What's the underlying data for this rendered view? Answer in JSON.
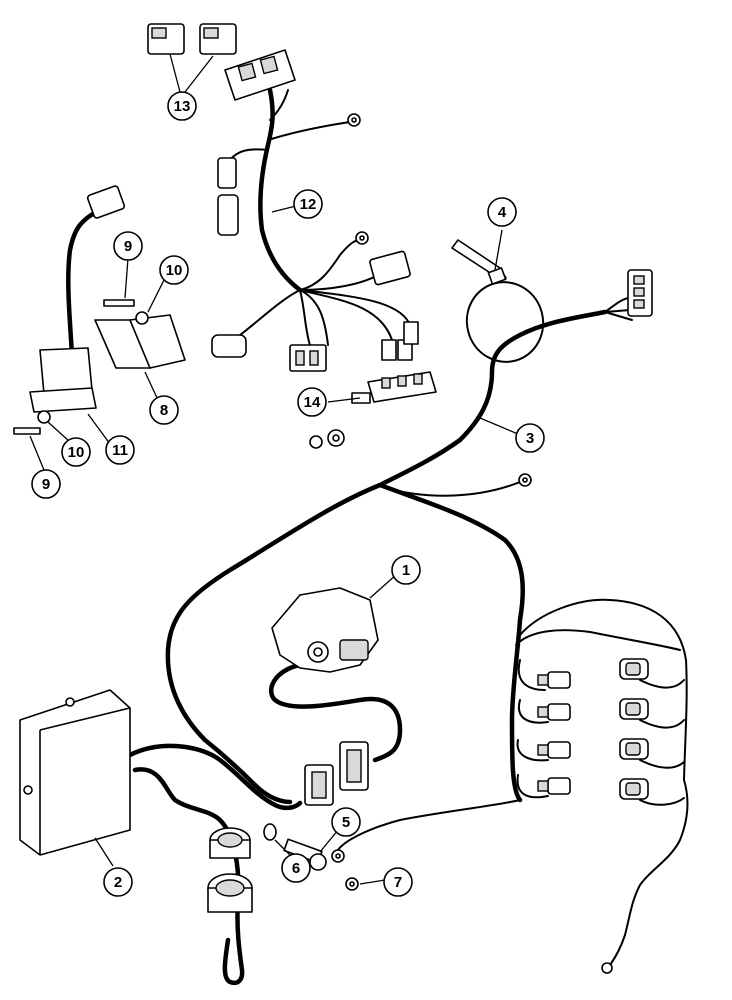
{
  "callouts": [
    {
      "id": "c1",
      "label": "1"
    },
    {
      "id": "c2",
      "label": "2"
    },
    {
      "id": "c3",
      "label": "3"
    },
    {
      "id": "c4",
      "label": "4"
    },
    {
      "id": "c5",
      "label": "5"
    },
    {
      "id": "c6",
      "label": "6"
    },
    {
      "id": "c7",
      "label": "7"
    },
    {
      "id": "c8",
      "label": "8"
    },
    {
      "id": "c9a",
      "label": "9"
    },
    {
      "id": "c9b",
      "label": "9"
    },
    {
      "id": "c10a",
      "label": "10"
    },
    {
      "id": "c10b",
      "label": "10"
    },
    {
      "id": "c11",
      "label": "11"
    },
    {
      "id": "c12",
      "label": "12"
    },
    {
      "id": "c13",
      "label": "13"
    },
    {
      "id": "c14",
      "label": "14"
    }
  ]
}
